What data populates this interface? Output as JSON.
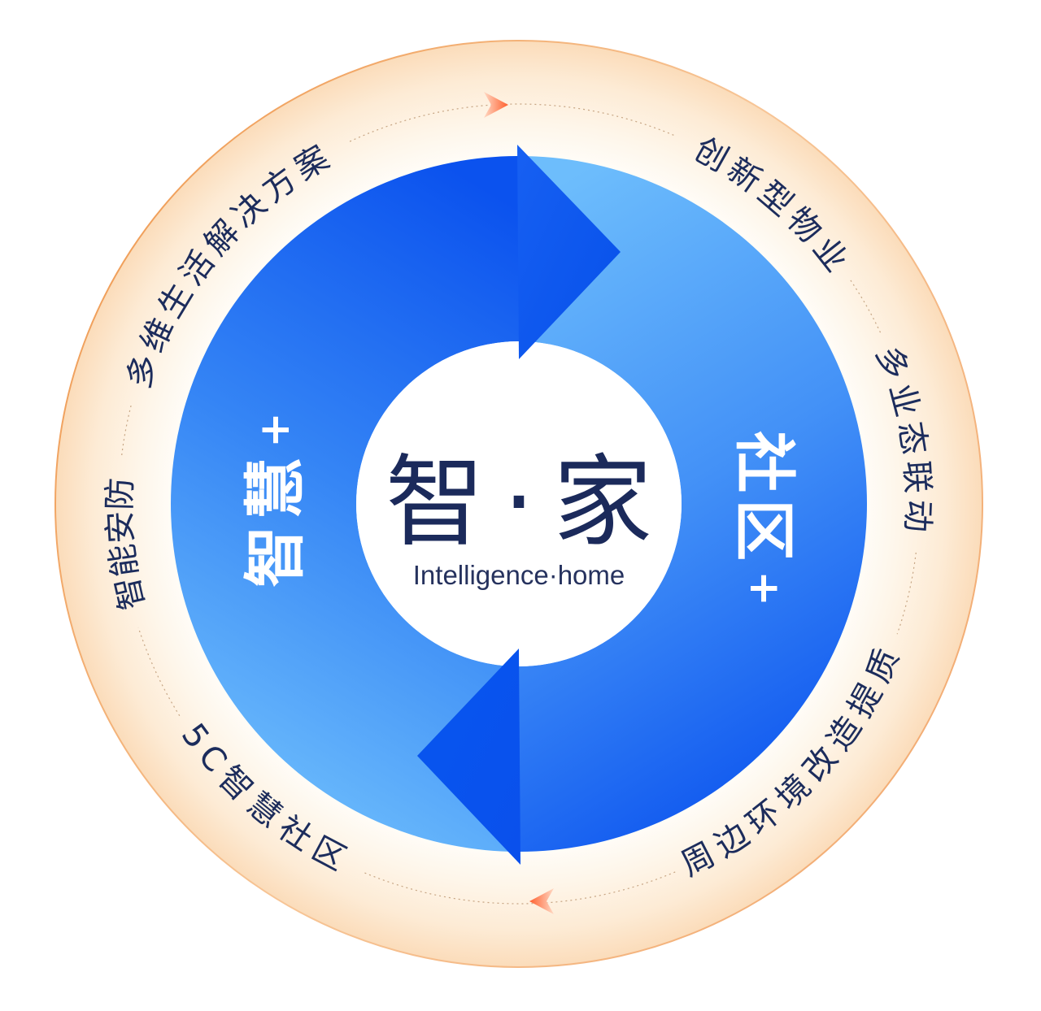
{
  "center": {
    "title": "智·家",
    "subtitle": "Intelligence·home"
  },
  "cycle_labels": {
    "left": {
      "text": "智慧",
      "suffix": "+"
    },
    "right": {
      "text": "社区",
      "suffix": "+"
    }
  },
  "orbit_labels": {
    "top_left": "多维生活解决方案",
    "top_right": "创新型物业",
    "right": "多业态联动",
    "bottom_right": "周边环境改造提质",
    "bottom_left": "5C智慧社区",
    "left": "智能安防"
  },
  "colors": {
    "deep_blue": "#0b52ee",
    "light_blue": "#6dbdfc",
    "navy_text": "#1b2a5b",
    "orange_arrow": "#ff6a3a",
    "ring_peach": "#fbdcba"
  }
}
